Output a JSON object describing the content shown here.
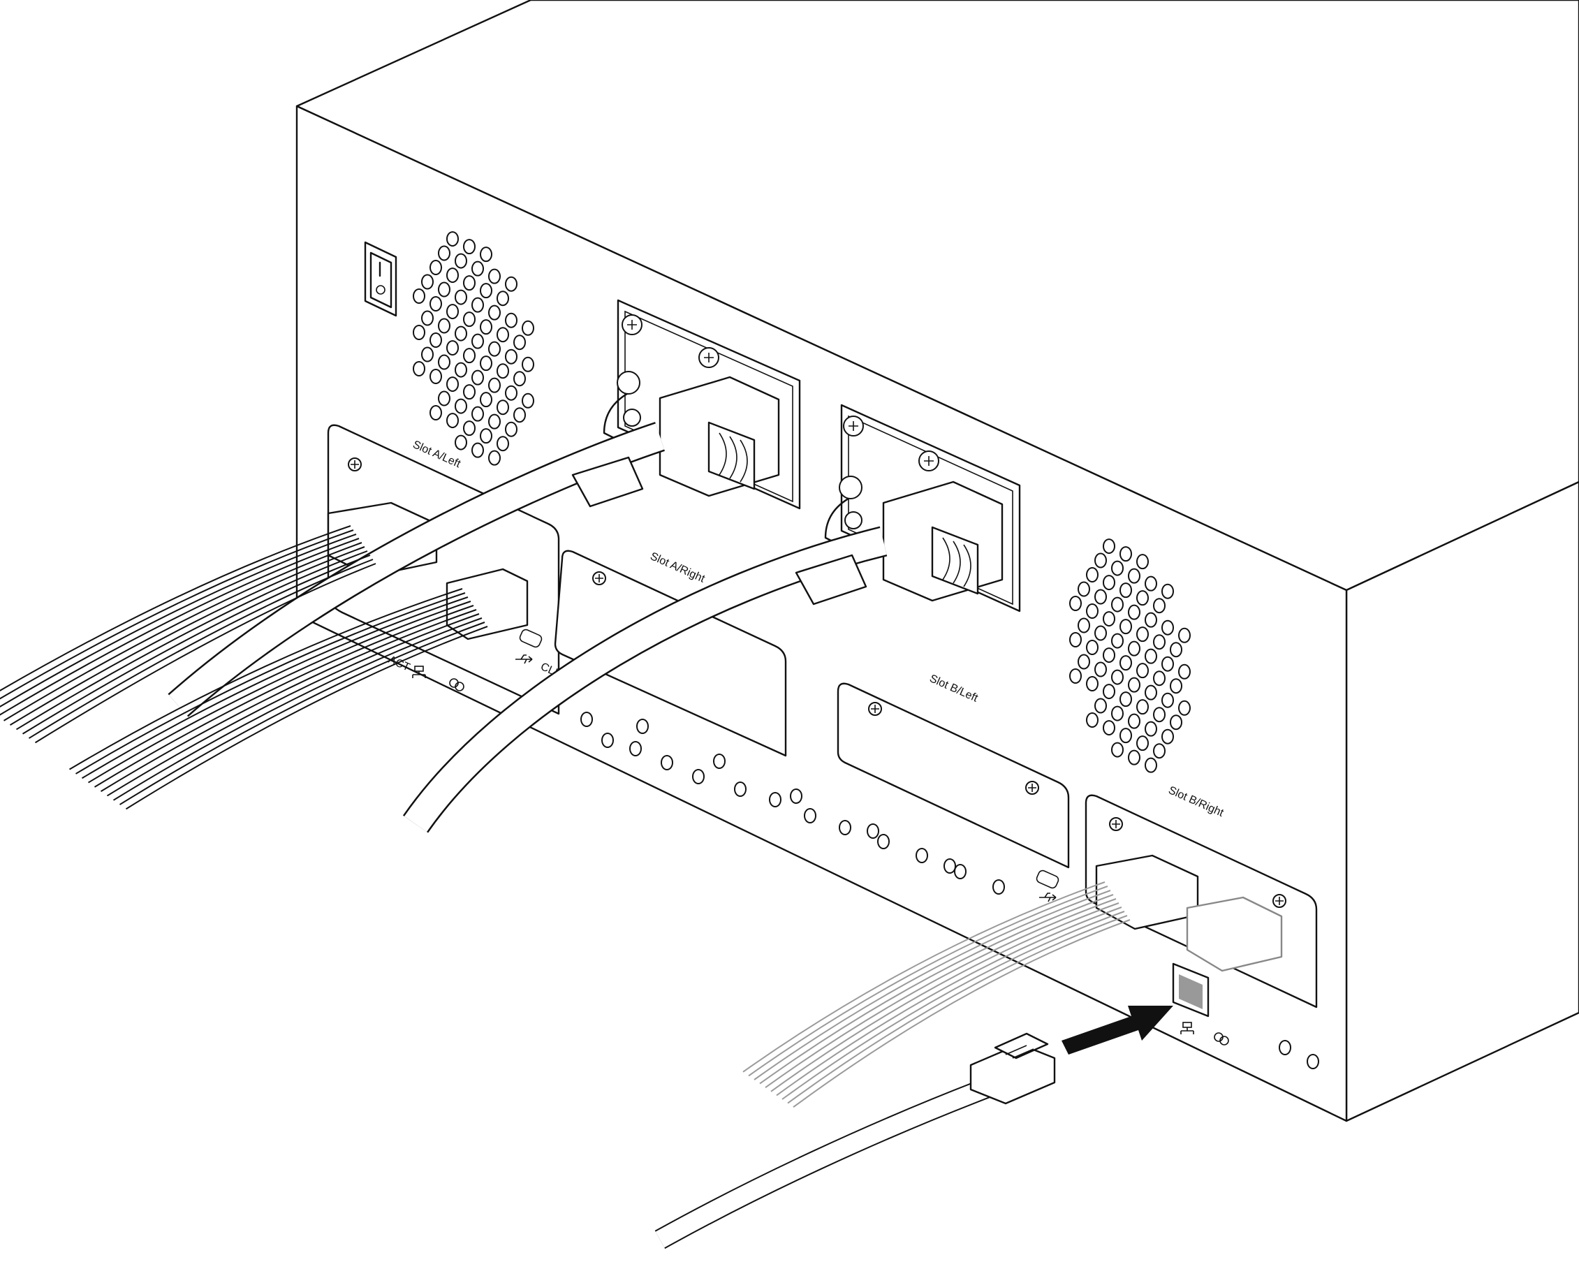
{
  "labels": {
    "slot_a_left": "Slot A/Left",
    "slot_a_right": "Slot A/Right",
    "slot_b_left": "Slot B/Left",
    "slot_b_right": "Slot B/Right",
    "cli": "CLI",
    "act": "ACT"
  },
  "icons": {
    "power_switch": "power-switch-icon",
    "network": "network-port-icon",
    "usb": "usb-icon",
    "link": "link-icon",
    "arrow": "insert-arrow-icon"
  },
  "colors": {
    "line": "#111111",
    "background": "#ffffff",
    "arrow": "#111111",
    "port_fill": "#999999"
  }
}
